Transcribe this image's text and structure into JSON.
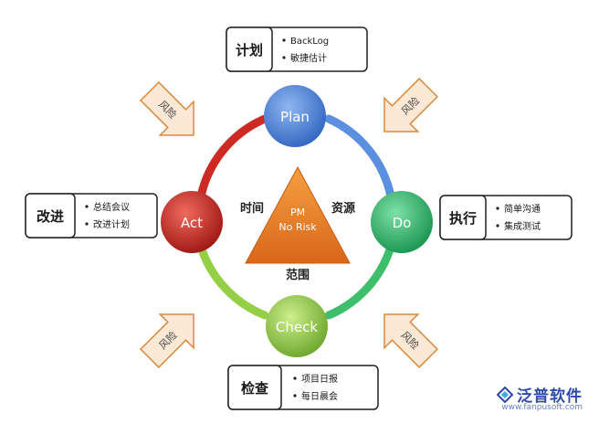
{
  "nodes": {
    "plan": "Plan",
    "do": "Do",
    "check": "Check",
    "act": "Act"
  },
  "center": {
    "line1": "PM",
    "line2": "No Risk",
    "left": "时间",
    "right": "资源",
    "bottom": "范围"
  },
  "boxes": {
    "plan": {
      "title": "计划",
      "items": [
        "BackLog",
        "敏捷估计"
      ]
    },
    "do": {
      "title": "执行",
      "items": [
        "简单沟通",
        "集成测试"
      ]
    },
    "check": {
      "title": "检查",
      "items": [
        "项目日报",
        "每日晨会"
      ]
    },
    "act": {
      "title": "改进",
      "items": [
        "总结会议",
        "改进计划"
      ]
    }
  },
  "risk_label": "风险",
  "logo": {
    "brand": "泛普软件",
    "url": "www.fanpusoft.com"
  },
  "colors": {
    "plan": "#4a7fd4",
    "do": "#27b56a",
    "check": "#8bc93a",
    "act": "#c8261f",
    "triangle": "#e8781e",
    "arrow_fill": "#fbe9d6",
    "arrow_stroke": "#d98a3d"
  }
}
